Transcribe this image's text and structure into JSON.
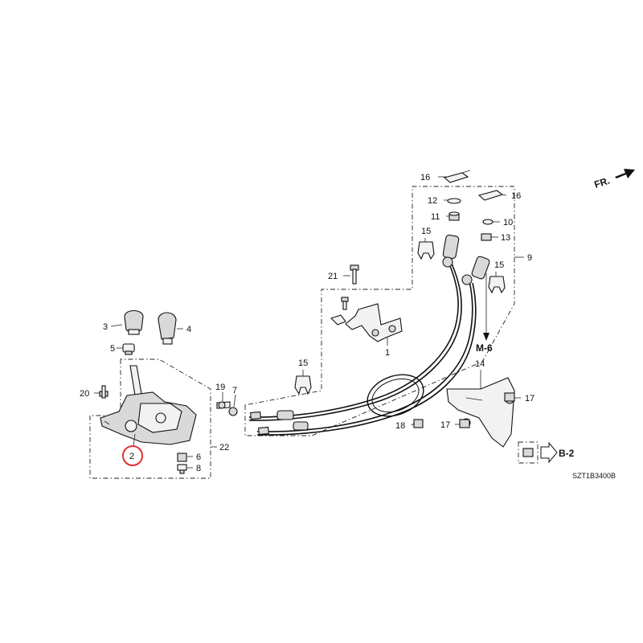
{
  "diagram": {
    "orientation_label": "FR.",
    "figure_code": "SZT1B3400B",
    "highlighted_part": "2",
    "callout_labels": {
      "assy_1": "1",
      "lever_2": "2",
      "knob_3": "3",
      "knob_4": "4",
      "bushing_5": "5",
      "part_6": "6",
      "part_7": "7",
      "part_8": "8",
      "cable_9": "9",
      "washer_10": "10",
      "nut_11": "11",
      "washer_12": "12",
      "nut_13": "13",
      "bracket_14": "14",
      "clip_15a": "15",
      "clip_15b": "15",
      "clip_15c": "15",
      "pin_16a": "16",
      "pin_16b": "16",
      "nut_17a": "17",
      "nut_17b": "17",
      "nut_18": "18",
      "bolt_19": "19",
      "bolt_20": "20",
      "bolt_21": "21",
      "assy_22": "22"
    },
    "refs": {
      "m6": "M-6",
      "b2": "B-2"
    }
  }
}
